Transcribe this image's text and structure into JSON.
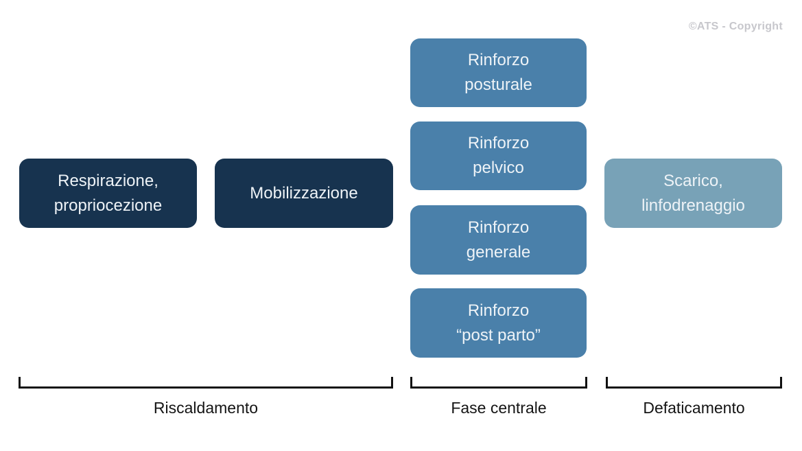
{
  "watermark": {
    "text": "©ATS - Copyright"
  },
  "colors": {
    "background": "#ffffff",
    "dark_navy": "#17334f",
    "medium_blue": "#4a80aa",
    "light_blue": "#78a2b7",
    "box_text": "#eef3f7",
    "bracket_line": "#111111",
    "watermark_gray": "#c7c7cc"
  },
  "phases": [
    {
      "label": "Riscaldamento",
      "boxes": [
        {
          "line1": "Respirazione,",
          "line2": "propriocezione"
        },
        {
          "line1": "Mobilizzazione",
          "line2": ""
        }
      ]
    },
    {
      "label": "Fase centrale",
      "boxes": [
        {
          "line1": "Rinforzo",
          "line2": "posturale"
        },
        {
          "line1": "Rinforzo",
          "line2": "pelvico"
        },
        {
          "line1": "Rinforzo",
          "line2": "generale"
        },
        {
          "line1": "Rinforzo",
          "line2": "“post parto”"
        }
      ]
    },
    {
      "label": "Defaticamento",
      "boxes": [
        {
          "line1": "Scarico,",
          "line2": "linfodrenaggio"
        }
      ]
    }
  ]
}
